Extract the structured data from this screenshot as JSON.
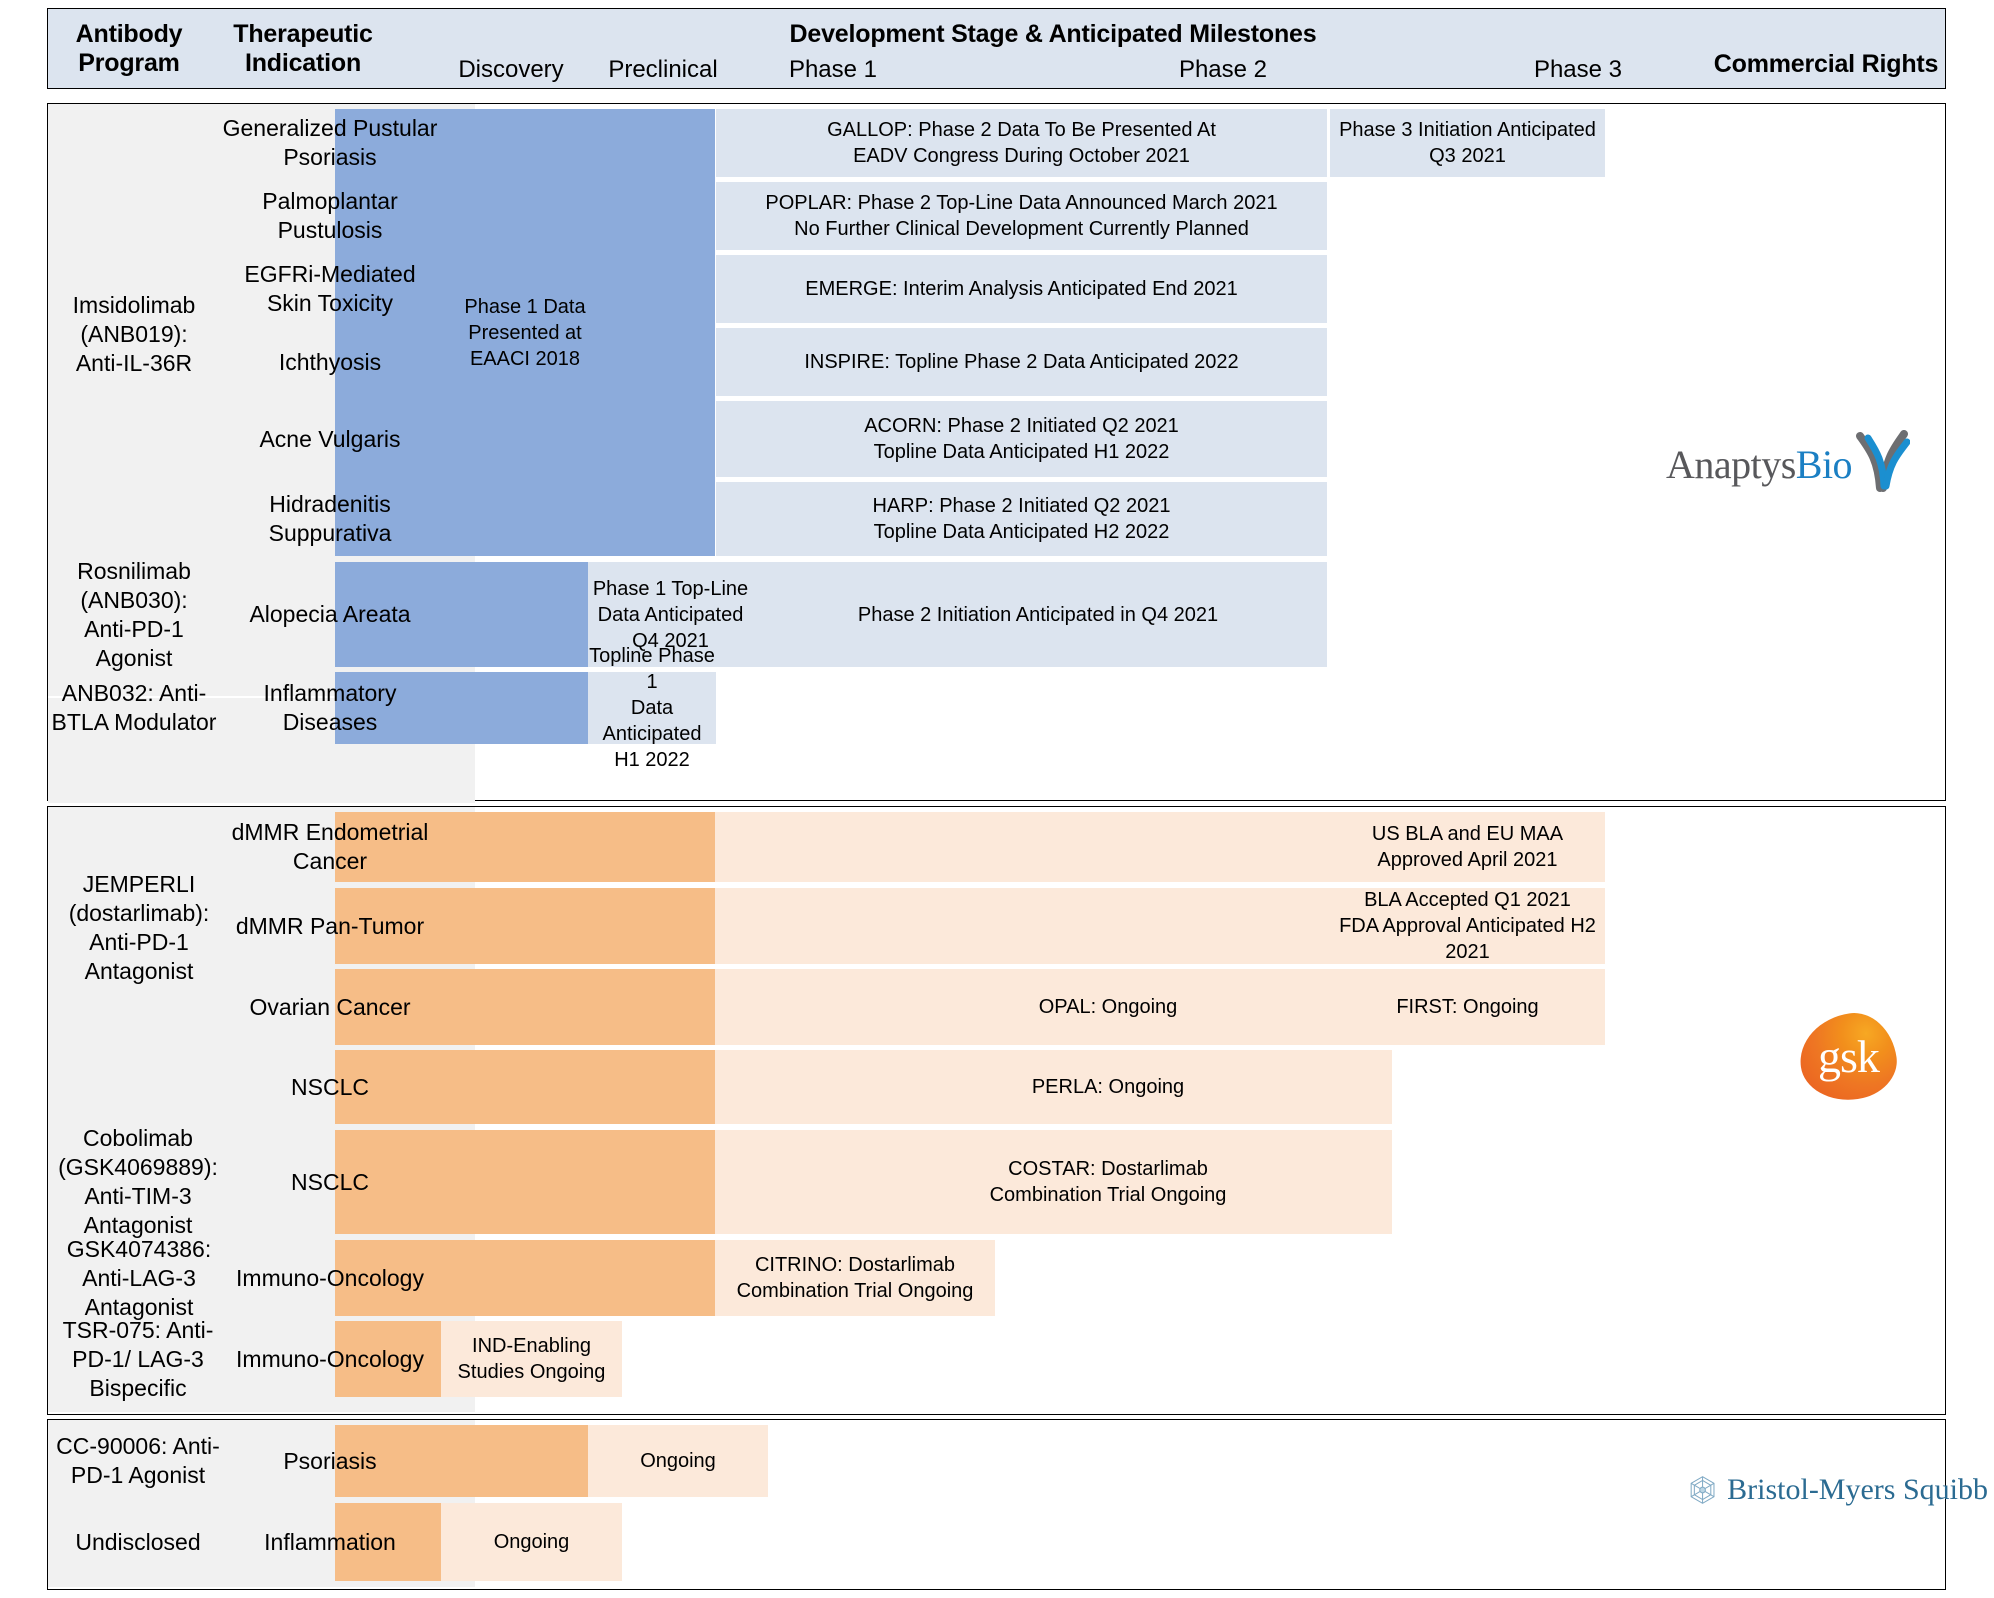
{
  "header": {
    "col_antibody_program": "Antibody\nProgram",
    "col_antibody_program_l1": "Antibody",
    "col_antibody_program_l2": "Program",
    "col_therapeutic_indication_l1": "Therapeutic",
    "col_therapeutic_indication_l2": "Indication",
    "title": "Development Stage & Anticipated Milestones",
    "stage_discovery": "Discovery",
    "stage_preclinical": "Preclinical",
    "stage_phase1": "Phase 1",
    "stage_phase2": "Phase 2",
    "stage_phase3": "Phase 3",
    "col_commercial_rights": "Commercial Rights"
  },
  "colors": {
    "header_band": "#dce4ef",
    "blue_dark": "#8cabdb",
    "blue_light": "#dce4ef",
    "orange_dark": "#f6bd87",
    "orange_light": "#fce9da",
    "label_col": "#f1f1f1",
    "anaptys_accent": "#1b7fc3",
    "gsk_accent": "#ee7623",
    "bms_accent": "#2b6b92"
  },
  "sections": [
    {
      "id": "anaptysbio",
      "commercial_rights_logo": "anaptysbio-logo",
      "commercial_rights_name": "AnaptysBio",
      "programs": [
        {
          "name_lines": [
            "Imsidolimab",
            "(ANB019):",
            "Anti-IL-36R"
          ],
          "indications": [
            "Generalized Pustular\nPsoriasis",
            "Palmoplantar\nPustulosis",
            "EGFRi-Mediated\nSkin Toxicity",
            "Ichthyosis",
            "Acne Vulgaris",
            "Hidradenitis\nSuppurativa"
          ]
        },
        {
          "name_lines": [
            "Rosnilimab",
            "(ANB030):",
            "Anti-PD-1",
            "Agonist"
          ],
          "indications": [
            "Alopecia Areata"
          ]
        },
        {
          "name_lines": [
            "ANB032: Anti-",
            "BTLA Modulator"
          ],
          "indications": [
            "Inflammatory\nDiseases"
          ]
        }
      ],
      "milestones": {
        "phase1_imsidolimab": "Phase 1 Data\nPresented at\nEAACI 2018",
        "gallop": "GALLOP: Phase 2 Data To Be Presented At\nEADV Congress During October 2021",
        "gallop_phase3": "Phase 3 Initiation Anticipated\nQ3 2021",
        "poplar": "POPLAR: Phase 2 Top-Line Data Announced March 2021\nNo Further Clinical Development Currently Planned",
        "emerge": "EMERGE: Interim Analysis Anticipated End 2021",
        "inspire": "INSPIRE: Topline Phase 2 Data Anticipated 2022",
        "acorn": "ACORN: Phase 2 Initiated Q2 2021\nTopline Data Anticipated H1 2022",
        "harp": "HARP: Phase 2 Initiated Q2 2021\nTopline Data Anticipated H2 2022",
        "rosnilimab_p1": "Phase 1 Top-Line\nData Anticipated\nQ4 2021",
        "rosnilimab_p2": "Phase 2 Initiation Anticipated in Q4 2021",
        "anb032_p1": "Topline Phase 1\nData Anticipated\nH1 2022"
      }
    },
    {
      "id": "gsk",
      "commercial_rights_logo": "gsk-logo",
      "commercial_rights_name": "gsk",
      "programs": [
        {
          "name_lines": [
            "JEMPERLI",
            "(dostarlimab):",
            "Anti-PD-1",
            "Antagonist"
          ],
          "indications": [
            "dMMR Endometrial\nCancer",
            "dMMR Pan-Tumor",
            "Ovarian Cancer",
            "NSCLC"
          ]
        },
        {
          "name_lines": [
            "Cobolimab",
            "(GSK4069889):",
            "Anti-TIM-3",
            "Antagonist"
          ],
          "indications": [
            "NSCLC"
          ]
        },
        {
          "name_lines": [
            "GSK4074386:",
            "Anti-LAG-3",
            "Antagonist"
          ],
          "indications": [
            "Immuno-Oncology"
          ]
        },
        {
          "name_lines": [
            "TSR-075: Anti-",
            "PD-1/ LAG-3",
            "Bispecific"
          ],
          "indications": [
            "Immuno-Oncology"
          ]
        }
      ],
      "milestones": {
        "dmmr_endometrial": "US BLA and EU MAA\nApproved April 2021",
        "dmmr_pantumor": "BLA Accepted Q1 2021\nFDA Approval Anticipated H2\n2021",
        "opal": "OPAL: Ongoing",
        "first": "FIRST: Ongoing",
        "perla": "PERLA: Ongoing",
        "costar": "COSTAR: Dostarlimab\nCombination Trial Ongoing",
        "citrino": "CITRINO: Dostarlimab\nCombination Trial Ongoing",
        "ind_enabling": "IND-Enabling\nStudies Ongoing"
      }
    },
    {
      "id": "bms",
      "commercial_rights_logo": "bristol-myers-squibb-logo",
      "commercial_rights_name": "Bristol-Myers Squibb",
      "programs": [
        {
          "name_lines": [
            "CC-90006: Anti-",
            "PD-1 Agonist"
          ],
          "indications": [
            "Psoriasis"
          ]
        },
        {
          "name_lines": [
            "Undisclosed"
          ],
          "indications": [
            "Inflammation"
          ]
        }
      ],
      "milestones": {
        "cc90006": "Ongoing",
        "undisclosed": "Ongoing"
      }
    }
  ]
}
